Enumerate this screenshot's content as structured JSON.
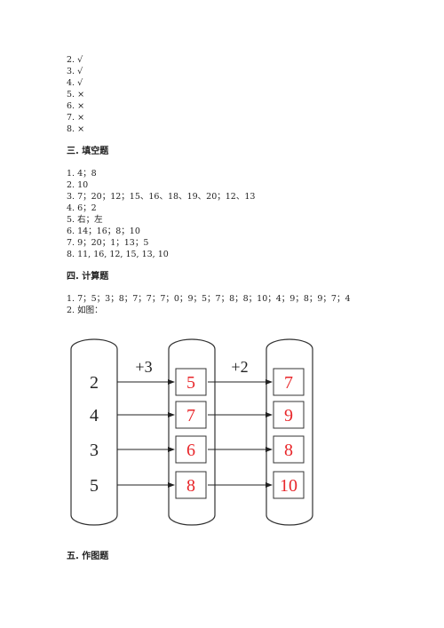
{
  "judgement": [
    "2. √",
    "3. √",
    "4. √",
    "5. ×",
    "6. ×",
    "7. ×",
    "8. ×"
  ],
  "section3": {
    "title": "三. 填空题",
    "items": [
      "1. 4；8",
      "2. 10",
      "3. 7；20；12；15、16、18、19、20；12、13",
      "4. 6；2",
      "5. 右；左",
      "6. 14；16；8；10",
      "7. 9；20；1；13；5",
      "8. 11, 16, 12, 15, 13, 10"
    ]
  },
  "section4": {
    "title": "四. 计算题",
    "items": [
      "1. 7；5；3；8；7；7；7；0；9；5；7；8；8；10；4；9；8；9；7；4",
      "2. 如图："
    ]
  },
  "diagram": {
    "ops": [
      "+3",
      "+2"
    ],
    "col1": [
      "2",
      "4",
      "3",
      "5"
    ],
    "col2": [
      "5",
      "7",
      "6",
      "8"
    ],
    "col3": [
      "7",
      "9",
      "8",
      "10"
    ],
    "answer_color": "#e8262a"
  },
  "section5": {
    "title": "五. 作图题"
  }
}
